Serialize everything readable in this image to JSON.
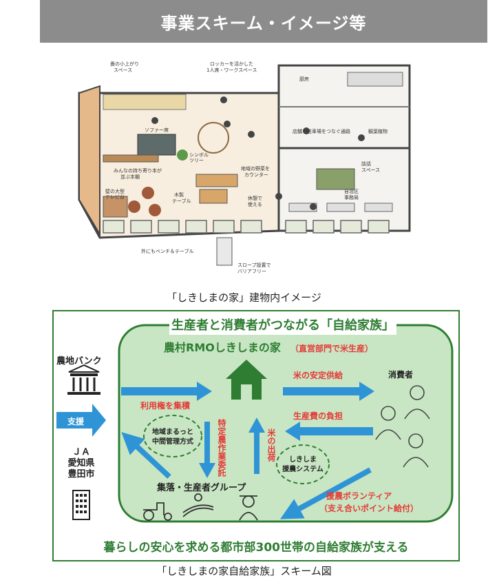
{
  "header": {
    "title": "事業スキーム・イメージ等"
  },
  "floor_plan": {
    "caption": "「しきしまの家」建物内イメージ",
    "labels": {
      "tatami": [
        "畳の小上がり",
        "スペース"
      ],
      "locker": [
        "ロッカーを活かした",
        "1人席・ワークスペース"
      ],
      "kitchen": "厨房",
      "sofa": "ソファー席",
      "symbol_tree": [
        "シンボル",
        "ツリー"
      ],
      "corridor": "店舗と駐車場をつなぐ通路",
      "bookshelf": [
        "みんなの持ち寄り本が",
        "並ぶ本棚"
      ],
      "counter": [
        "地域の野菜を",
        "カウンター"
      ],
      "table": [
        "木製",
        "テーブル"
      ],
      "tv": [
        "壁の大型",
        "テレビ台"
      ],
      "meeting": [
        "談話",
        "スペース"
      ],
      "office": [
        "自治区",
        "事務局"
      ],
      "rest": [
        "休憩で",
        "使える"
      ],
      "bench": "外にもベンチ＆テーブル",
      "slope": [
        "スロープ設置で",
        "バリアフリー"
      ],
      "plant": "観葉植物"
    }
  },
  "scheme": {
    "caption": "「しきしまの家自給家族」スキーム図",
    "title": "生産者と消費者がつながる「自給家族」",
    "org": "農村RMOしきしまの家",
    "org_note": "（直営部門で米生産）",
    "left": {
      "bank": "農地バンク",
      "support": "支援",
      "ja": "ＪＡ",
      "pref": "愛知県",
      "city": "豊田市"
    },
    "consumer": "消費者",
    "arrows": {
      "rice_supply": "米の安定供給",
      "cost_share": "生産費の負担",
      "land_rights": "利用権を集積",
      "entrust": "特定農作業委託",
      "rice_ship": "米の出荷",
      "volunteer": "援農ボランティア",
      "points": "（支え合いポイント給付）"
    },
    "circles": {
      "regional_1": "地域まるっと",
      "regional_2": "中間管理方式",
      "support_1": "しきしま",
      "support_2": "援農システム"
    },
    "group": "集落・生産者グループ",
    "bottom": "暮らしの安心を求める都市部300世帯の自給家族が支える",
    "colors": {
      "green_bg": "#c8e6c4",
      "green_dark": "#2e7d32",
      "red": "#e53935",
      "blue": "#2f94d6"
    }
  }
}
